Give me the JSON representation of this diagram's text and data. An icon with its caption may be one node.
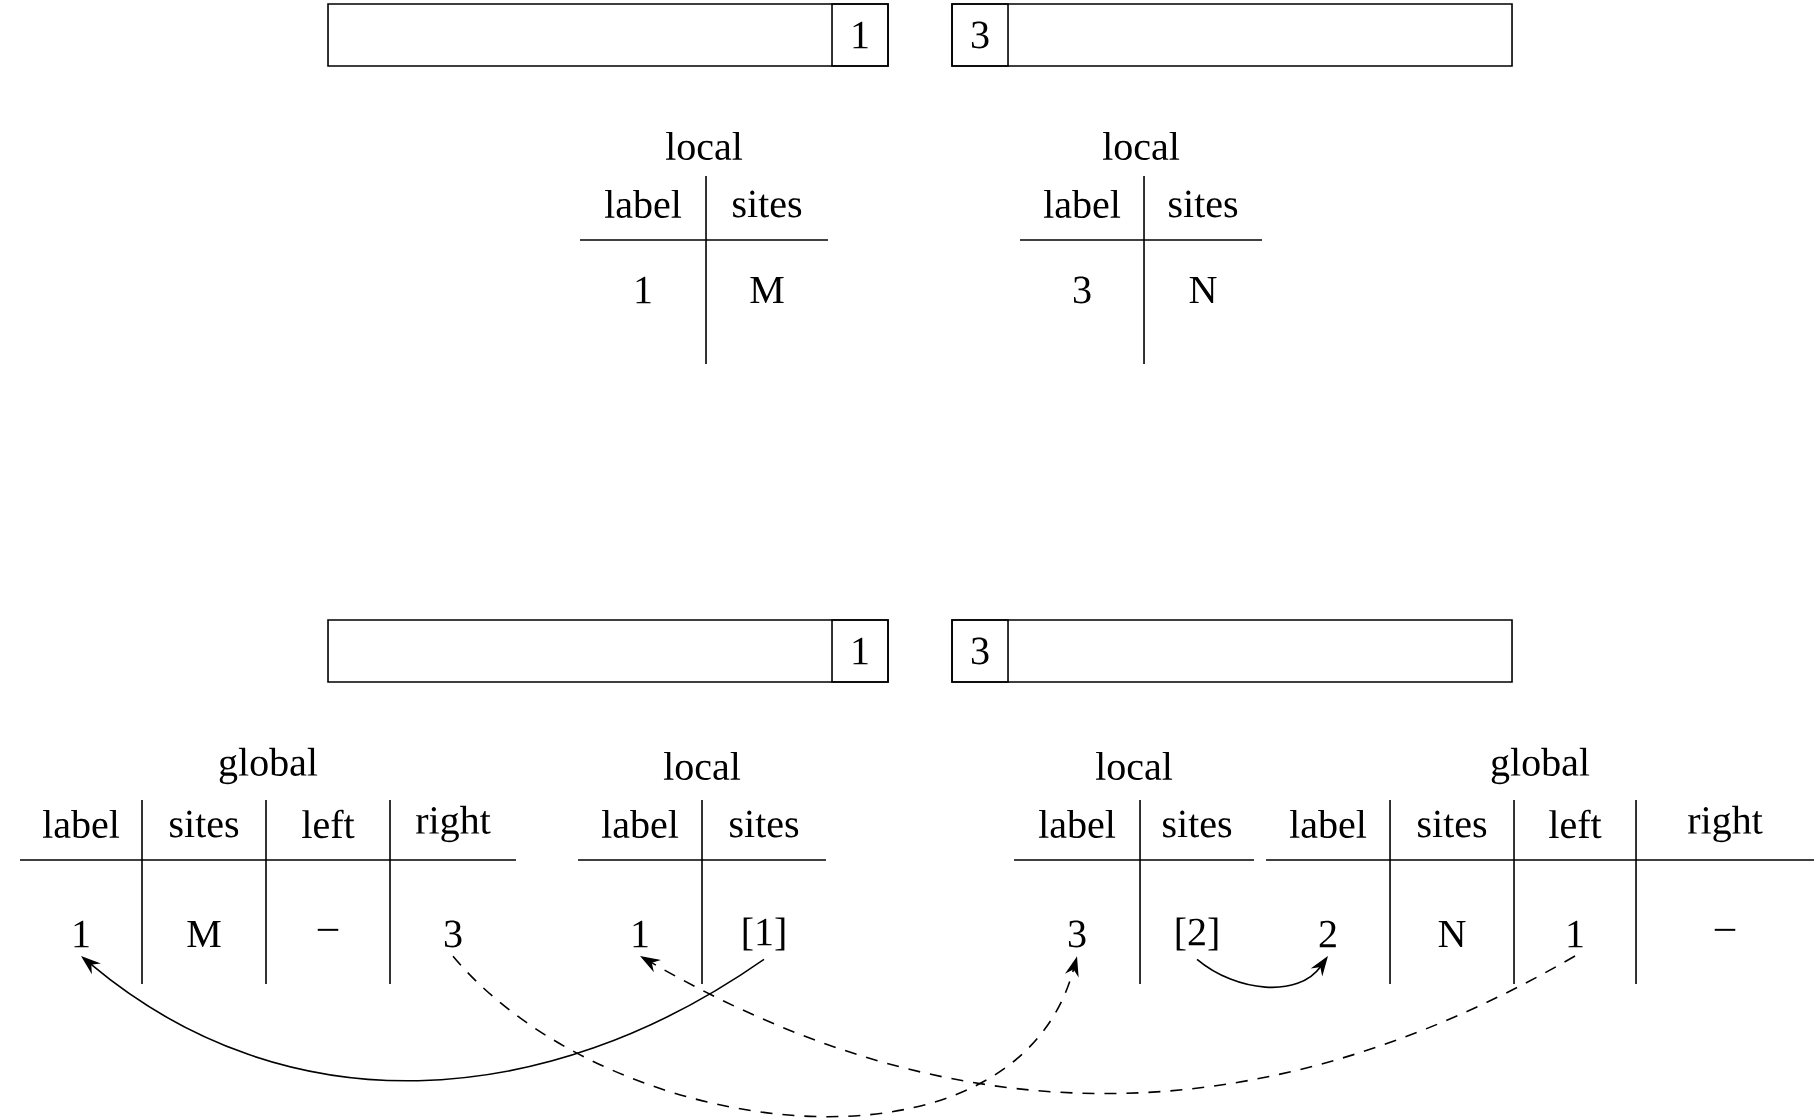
{
  "diagram": {
    "nodes": [
      {
        "text": [],
        "shape": "bar"
      },
      {
        "text": [
          "1"
        ],
        "in": 0
      },
      {
        "text": [],
        "shape": "bar"
      },
      {
        "text": [
          "3"
        ],
        "in": 2
      },
      {
        "text": [
          "local"
        ]
      },
      {
        "text": [
          "label"
        ],
        "in": 4
      },
      {
        "text": [
          "sites"
        ],
        "in": 4
      },
      {
        "text": [
          "1"
        ],
        "in": 4
      },
      {
        "text": [
          "M"
        ],
        "in": 4
      },
      {
        "text": [
          "local"
        ]
      },
      {
        "text": [
          "label"
        ],
        "in": 9
      },
      {
        "text": [
          "sites"
        ],
        "in": 9
      },
      {
        "text": [
          "3"
        ],
        "in": 9
      },
      {
        "text": [
          "N"
        ],
        "in": 9
      },
      {
        "text": [],
        "shape": "bar"
      },
      {
        "text": [
          "1"
        ],
        "in": 14
      },
      {
        "text": [],
        "shape": "bar"
      },
      {
        "text": [
          "3"
        ],
        "in": 16
      },
      {
        "text": [
          "global"
        ]
      },
      {
        "text": [
          "label"
        ],
        "in": 18
      },
      {
        "text": [
          "sites"
        ],
        "in": 18
      },
      {
        "text": [
          "left"
        ],
        "in": 18
      },
      {
        "text": [
          "right"
        ],
        "in": 18
      },
      {
        "text": [
          "1"
        ],
        "in": 18
      },
      {
        "text": [
          "M"
        ],
        "in": 18
      },
      {
        "text": [
          "–"
        ],
        "in": 18
      },
      {
        "text": [
          "3"
        ],
        "in": 18
      },
      {
        "text": [
          "local"
        ]
      },
      {
        "text": [
          "label"
        ],
        "in": 27
      },
      {
        "text": [
          "sites"
        ],
        "in": 27
      },
      {
        "text": [
          "1"
        ],
        "in": 27
      },
      {
        "text": [
          "[1]"
        ],
        "in": 27
      },
      {
        "text": [
          "local"
        ]
      },
      {
        "text": [
          "label"
        ],
        "in": 32
      },
      {
        "text": [
          "sites"
        ],
        "in": 32
      },
      {
        "text": [
          "3"
        ],
        "in": 32
      },
      {
        "text": [
          "[2]"
        ],
        "in": 32
      },
      {
        "text": [
          "global"
        ]
      },
      {
        "text": [
          "label"
        ],
        "in": 37
      },
      {
        "text": [
          "sites"
        ],
        "in": 37
      },
      {
        "text": [
          "left"
        ],
        "in": 37
      },
      {
        "text": [
          "right"
        ],
        "in": 37
      },
      {
        "text": [
          "2"
        ],
        "in": 37
      },
      {
        "text": [
          "N"
        ],
        "in": 37
      },
      {
        "text": [
          "1"
        ],
        "in": 37
      },
      {
        "text": [
          "–"
        ],
        "in": 37
      }
    ],
    "edges": [
      {
        "from": 31,
        "to": 23,
        "arrow": "to"
      },
      {
        "from": 26,
        "to": 35,
        "arrow": "to",
        "style": "dashed"
      },
      {
        "from": 36,
        "to": 42,
        "arrow": "to"
      },
      {
        "from": 44,
        "to": 30,
        "arrow": "to",
        "style": "dashed"
      }
    ]
  }
}
